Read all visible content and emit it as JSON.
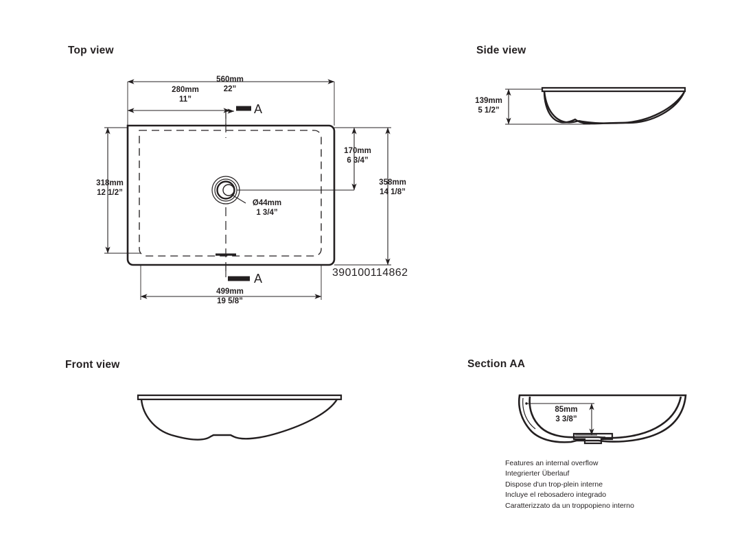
{
  "sheet": {
    "part_number": "390100114862",
    "background_color": "#ffffff",
    "line_color": "#231f20"
  },
  "views": {
    "top": {
      "title": "Top view",
      "section_marker_letter_top": "A",
      "section_marker_letter_bottom": "A",
      "dimensions": {
        "overall_width": {
          "mm": "560mm",
          "inch": "22”"
        },
        "drain_from_left": {
          "mm": "280mm",
          "inch": "11”"
        },
        "overall_depth": {
          "mm": "358mm",
          "inch": "14 1/8”"
        },
        "bowl_depth": {
          "mm": "318mm",
          "inch": "12 1/2”"
        },
        "drain_from_rear": {
          "mm": "170mm",
          "inch": "6 3/4”"
        },
        "bowl_width": {
          "mm": "499mm",
          "inch": "19 5/8”"
        },
        "drain_diameter": {
          "mm": "Ø44mm",
          "inch": "1 3/4”"
        }
      }
    },
    "side": {
      "title": "Side view",
      "dimensions": {
        "height": {
          "mm": "139mm",
          "inch": "5 1/2”"
        }
      }
    },
    "front": {
      "title": "Front view",
      "dimensions": {}
    },
    "section": {
      "title": "Section AA",
      "dimensions": {
        "overflow_height": {
          "mm": "85mm",
          "inch": "3 3/8”"
        }
      }
    }
  },
  "notes": {
    "lines": [
      "Features an internal overflow",
      "Integrierter Überlauf",
      "Dispose d'un trop-plein interne",
      "Incluye el rebosadero integrado",
      "Caratterizzato da un troppopieno interno"
    ]
  }
}
